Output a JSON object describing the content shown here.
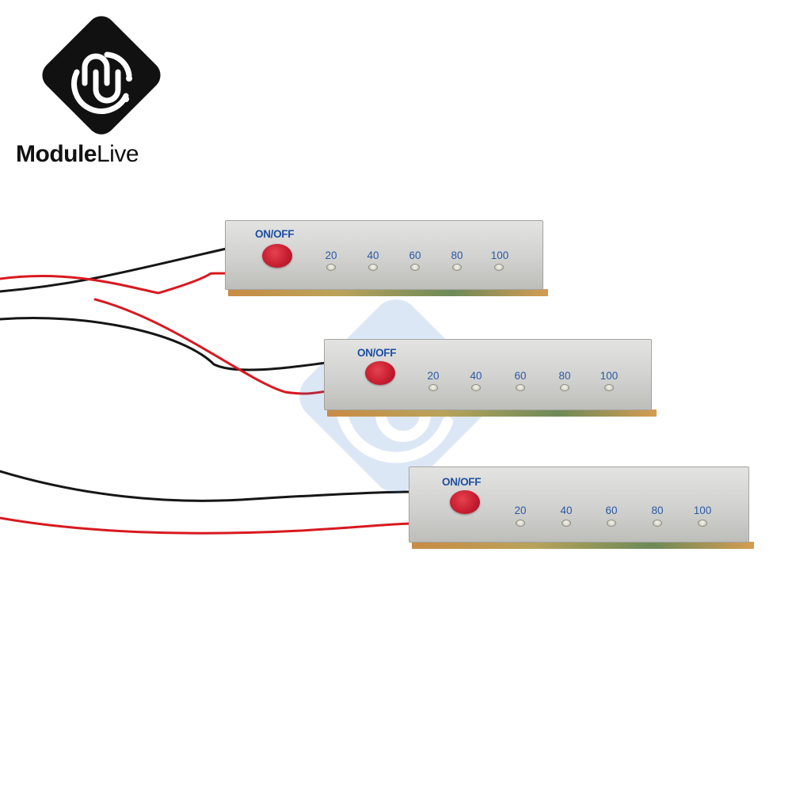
{
  "brand": {
    "name_part1": "Module",
    "name_part2": "Live",
    "logo_icon": "modulelive-logo-icon",
    "watermark_icon": "modulelive-watermark-icon"
  },
  "boards": [
    {
      "power_label": "ON/OFF",
      "levels": [
        "20",
        "40",
        "60",
        "80",
        "100"
      ]
    },
    {
      "power_label": "ON/OFF",
      "levels": [
        "20",
        "40",
        "60",
        "80",
        "100"
      ]
    },
    {
      "power_label": "ON/OFF",
      "levels": [
        "20",
        "40",
        "60",
        "80",
        "100"
      ]
    }
  ],
  "colors": {
    "background": "#ffffff",
    "board_face": "#d4d4d2",
    "label_blue": "#1d4fa3",
    "button_red": "#c81e31",
    "wire_red": "#d8191f",
    "wire_black": "#161616"
  }
}
